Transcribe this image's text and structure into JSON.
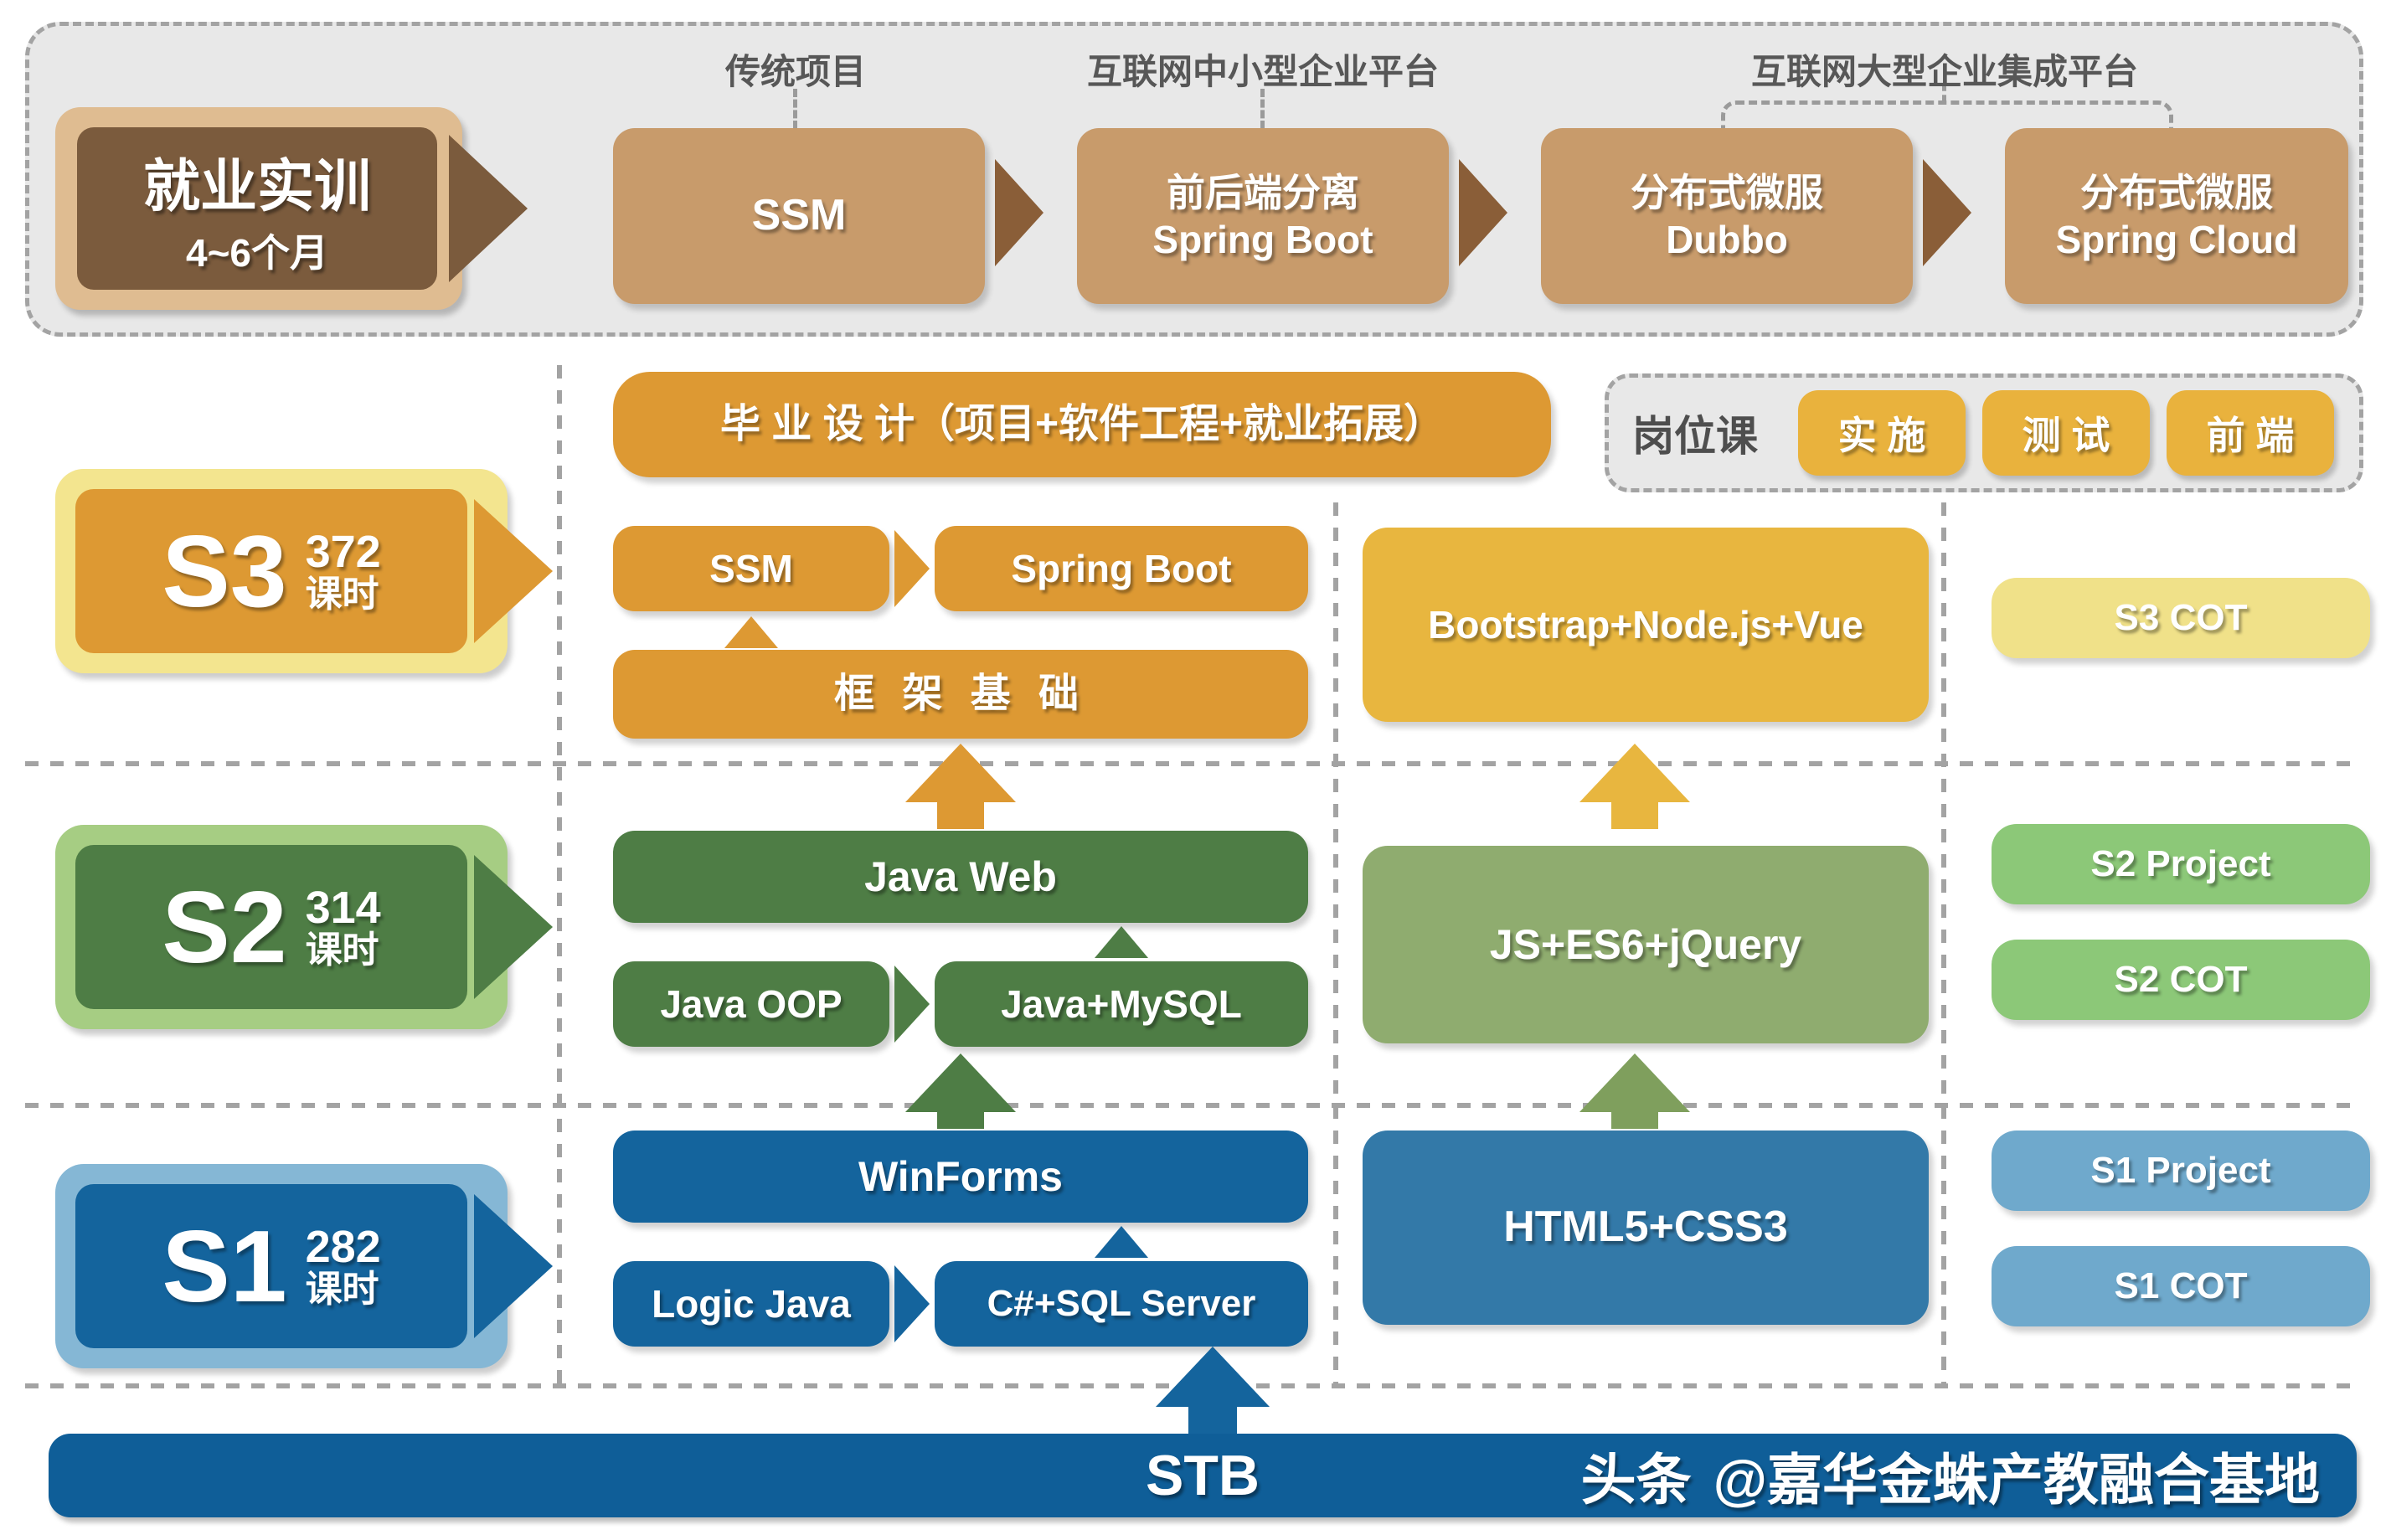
{
  "top_banner": {
    "badge_title": "就业实训",
    "badge_subtitle": "4~6个月",
    "label_traditional": "传统项目",
    "label_sme": "互联网中小型企业平台",
    "label_large": "互联网大型企业集成平台",
    "stage1": "SSM",
    "stage2_line1": "前后端分离",
    "stage2_line2": "Spring Boot",
    "stage3_line1": "分布式微服",
    "stage3_line2": "Dubbo",
    "stage4_line1": "分布式微服",
    "stage4_line2": "Spring Cloud"
  },
  "graduation": {
    "title": "毕 业 设 计（项目+软件工程+就业拓展）"
  },
  "job_courses": {
    "label": "岗位课",
    "items": [
      "实 施",
      "测 试",
      "前 端"
    ]
  },
  "semesters": {
    "s3": {
      "name": "S3",
      "hours": "372",
      "unit": "课时"
    },
    "s2": {
      "name": "S2",
      "hours": "314",
      "unit": "课时"
    },
    "s1": {
      "name": "S1",
      "hours": "282",
      "unit": "课时"
    }
  },
  "framework_track": {
    "s3_box1": "SSM",
    "s3_box2": "Spring Boot",
    "s3_base": "框 架 基 础",
    "s2_box_top": "Java Web",
    "s2_box1": "Java OOP",
    "s2_box2": "Java+MySQL",
    "s1_box_top": "WinForms",
    "s1_box1": "Logic Java",
    "s1_box2": "C#+SQL Server"
  },
  "web_track": {
    "s3": "Bootstrap+Node.js+Vue",
    "s2": "JS+ES6+jQuery",
    "s1": "HTML5+CSS3"
  },
  "cot_track": {
    "s3_cot": "S3 COT",
    "s2_project": "S2 Project",
    "s2_cot": "S2 COT",
    "s1_project": "S1 Project",
    "s1_cot": "S1 COT"
  },
  "footer": {
    "stb": "STB",
    "brand": "头条",
    "handle": "@嘉华金蛛产教融合基地"
  },
  "colors": {
    "tan": "#C89B6B",
    "brown": "#7B5B3D",
    "orange": "#DD9933",
    "golden": "#E8B63F",
    "pale_yellow": "#F0E189",
    "dark_green": "#4E7D45",
    "sage_green": "#8FAC6F",
    "light_green": "#8CC878",
    "dark_blue": "#14649D",
    "mid_blue": "#3379A8",
    "light_blue": "#6FA9CC",
    "bar_blue": "#0F5E98",
    "banner_gray": "#E8E8E8",
    "dash_gray": "#A3A3A3",
    "label_gray": "#575757"
  }
}
